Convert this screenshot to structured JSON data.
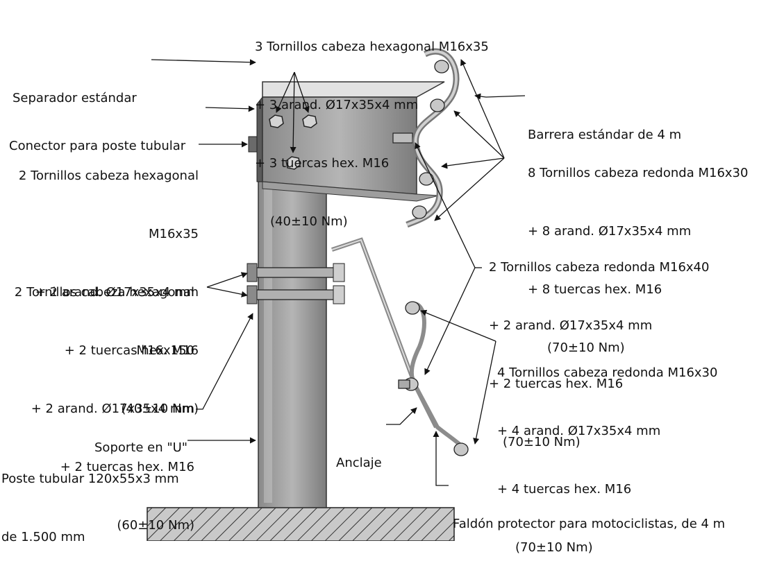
{
  "labels": {
    "top_bolts": [
      "3 Tornillos cabeza hexagonal M16x35",
      "+ 3 arand. Ø17x35x4 mm",
      "+ 3 tuercas hex. M16",
      "(40±10 Nm)"
    ],
    "separator": "Separador estándar",
    "connector": "Conector para poste tubular",
    "left_bolts_a": [
      "2 Tornillos cabeza hexagonal",
      "M16x35",
      "+ 2 arand. Ø17x35x4 mm",
      "+ 2 tuercas hex. M16",
      "(40±10 Nm)"
    ],
    "left_bolts_b": [
      "2 Tornillos cabeza hexagonal",
      "M16x150",
      "+ 2 arand. Ø17x35x4 mm",
      "+ 2 tuercas hex. M16",
      "(60±10 Nm)"
    ],
    "u_support": "Soporte en \"U\"",
    "post": [
      "Poste tubular 120x55x3 mm",
      "de 1.500 mm"
    ],
    "barrier": "Barrera estándar de 4 m",
    "round_bolts_8": [
      "8 Tornillos cabeza redonda M16x30",
      "+ 8 arand. Ø17x35x4 mm",
      "+ 8 tuercas hex. M16",
      "(70±10 Nm)"
    ],
    "round_bolts_2": [
      "2 Tornillos cabeza redonda M16x40",
      "+ 2 arand. Ø17x35x4 mm",
      "+ 2 tuercas hex. M16",
      "(70±10 Nm)"
    ],
    "round_bolts_4": [
      "4 Tornillos cabeza redonda M16x30",
      "+ 4 arand. Ø17x35x4 mm",
      "+ 4 tuercas hex. M16",
      "(70±10 Nm)"
    ],
    "anchor": "Anclaje",
    "skirt": "Faldón protector para motociclistas, de 4 m"
  }
}
